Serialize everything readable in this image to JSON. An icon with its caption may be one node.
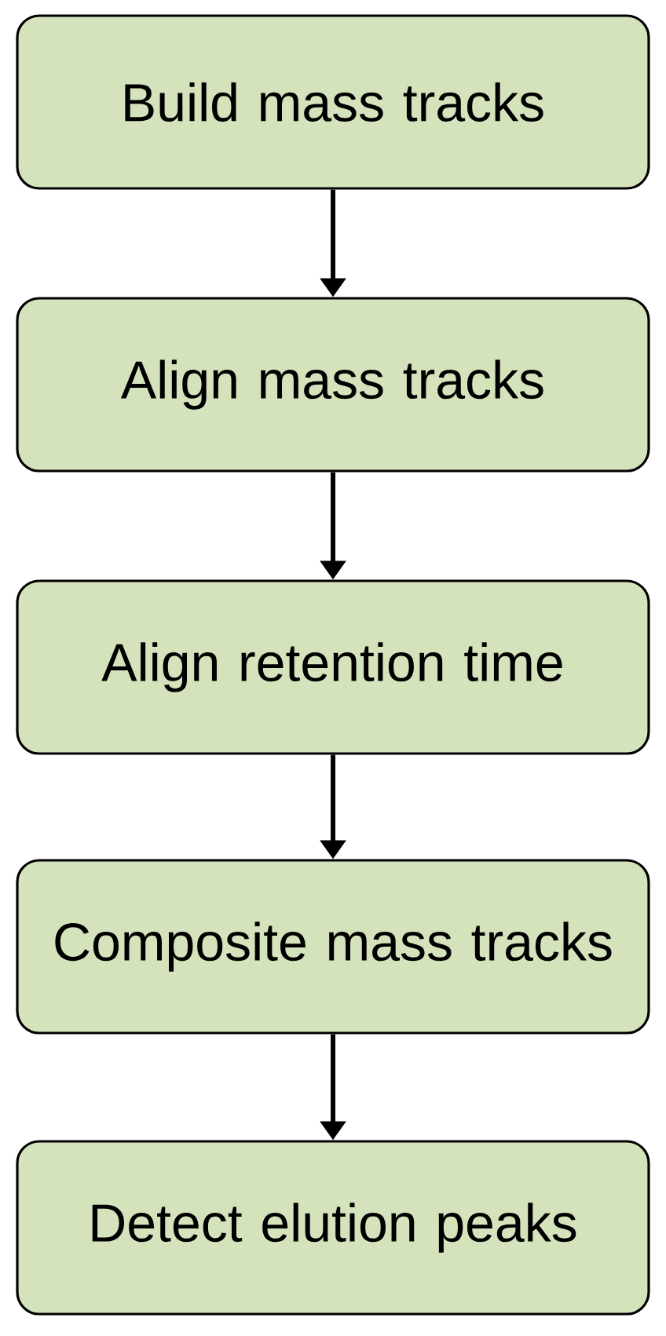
{
  "diagram": {
    "nodes": [
      {
        "text": [
          "Build mass tracks"
        ]
      },
      {
        "text": [
          "Align mass tracks"
        ]
      },
      {
        "text": [
          "Align retention time"
        ]
      },
      {
        "text": [
          "Composite mass tracks"
        ]
      },
      {
        "text": [
          "Detect elution peaks"
        ]
      }
    ],
    "edges": [
      {
        "from": 0,
        "to": 1,
        "arrow": "to"
      },
      {
        "from": 1,
        "to": 2,
        "arrow": "to"
      },
      {
        "from": 2,
        "to": 3,
        "arrow": "to"
      },
      {
        "from": 3,
        "to": 4,
        "arrow": "to"
      }
    ]
  }
}
